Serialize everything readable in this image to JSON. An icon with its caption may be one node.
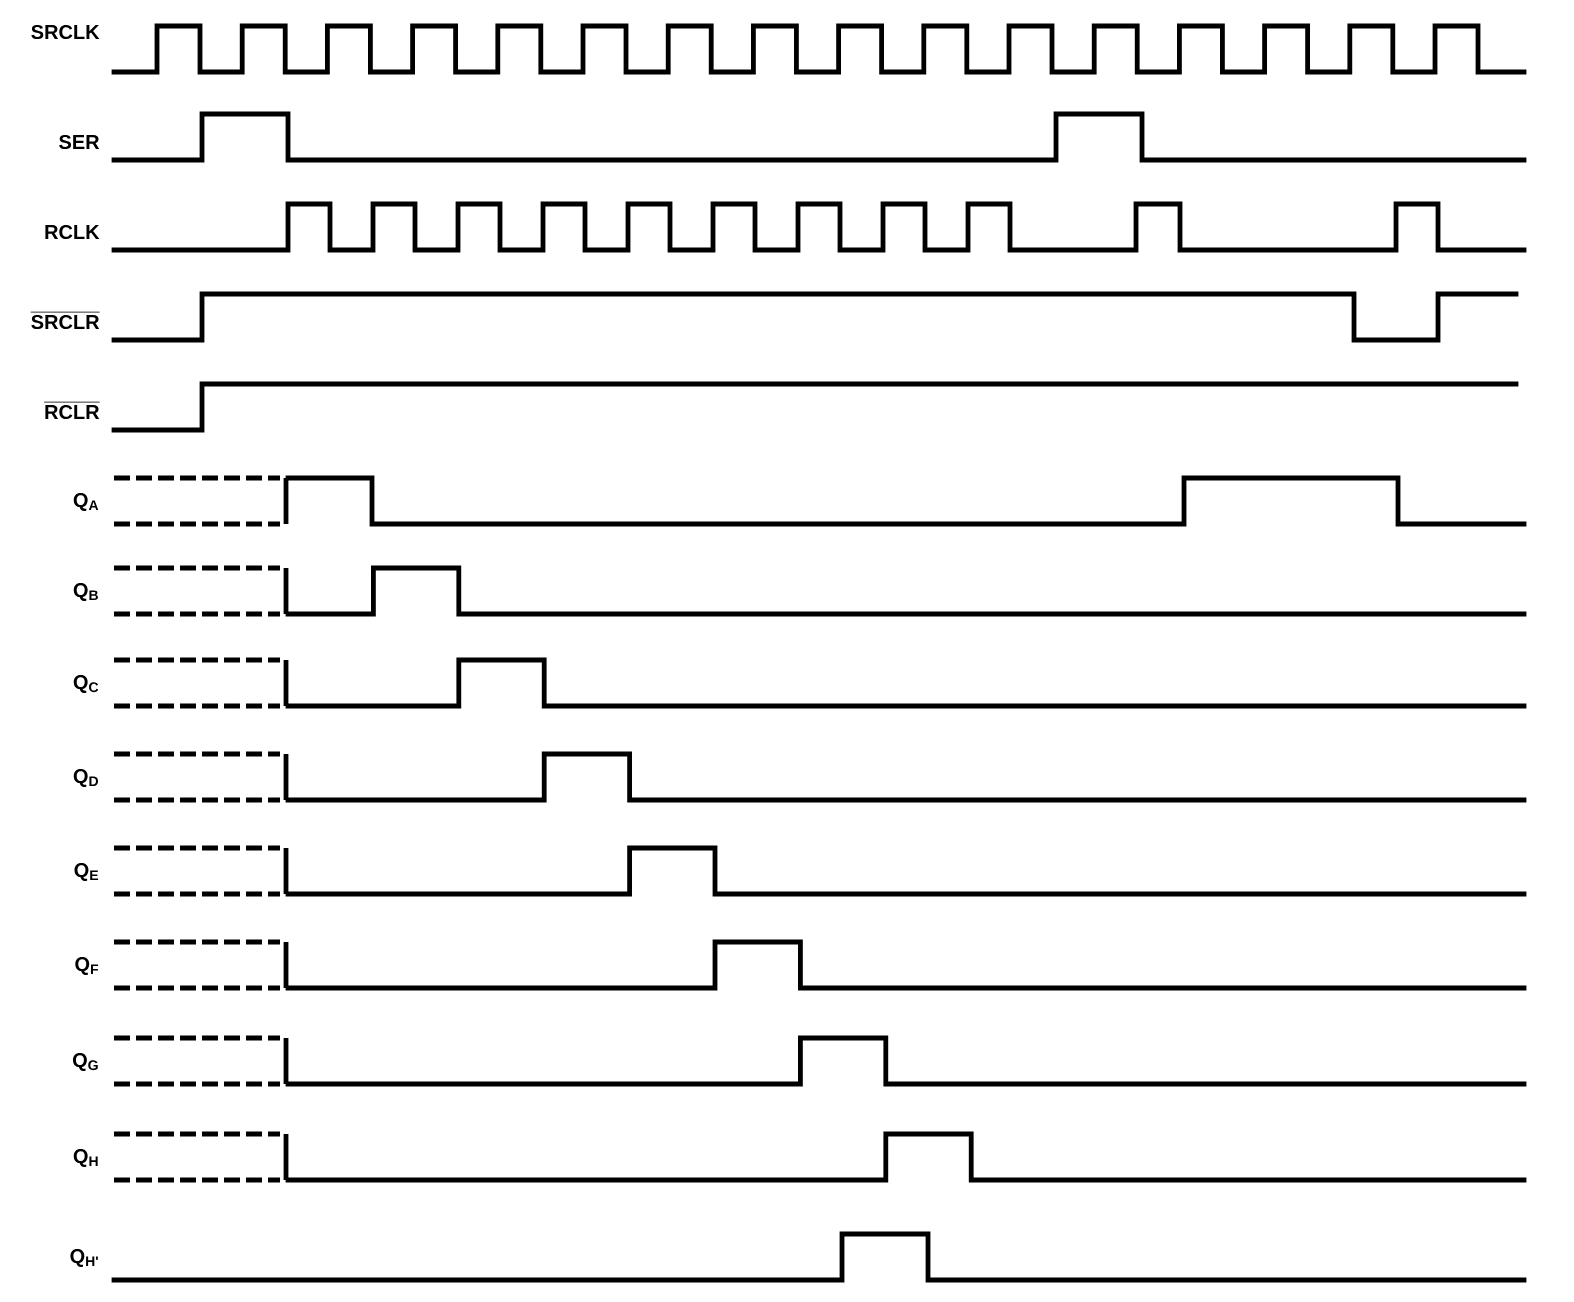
{
  "diagram": {
    "labels": [
      "SRCLK",
      "SER",
      "RCLK",
      "SRCLR",
      "RCLR",
      "Q$_{A}$",
      "Q$_{B}$",
      "Q$_{C}$",
      "Q$_{D}$",
      "Q$_{E}$",
      "Q$_{F}$",
      "Q$_{G}$",
      "Q$_{H}$",
      "Q$_{H'}$"
    ]
  }
}
